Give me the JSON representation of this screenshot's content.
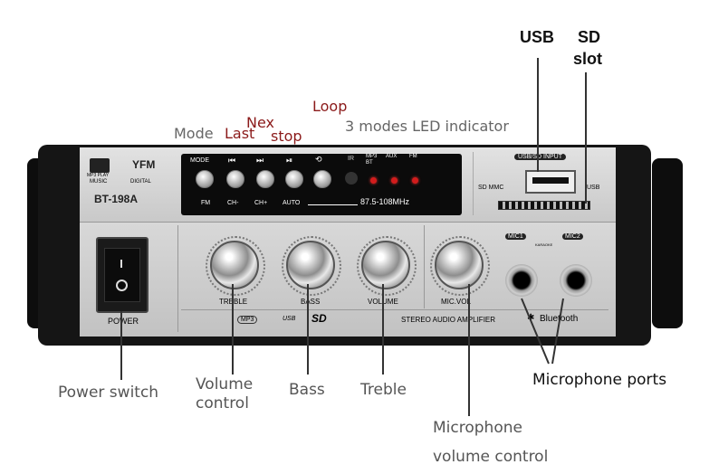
{
  "annotations": {
    "mode": "Mode",
    "last": "Last",
    "next": "Nex",
    "stop": "stop",
    "loop": "Loop",
    "led_indicator": "3 modes LED indicator",
    "usb": "USB",
    "sd": "SD",
    "slot": "slot",
    "power_switch": "Power switch",
    "volume_control_1": "Volume",
    "volume_control_2": "control",
    "bass": "Bass",
    "treble": "Treble",
    "mic_ports": "Microphone ports",
    "mic_volume_1": "Microphone",
    "mic_volume_2": "volume control"
  },
  "device": {
    "model": "BT-198A",
    "logo_text": "FM",
    "logo_left_caption": "MP3 PLAY",
    "music": "MUSIC",
    "digital": "DIGITAL",
    "button_labels_top": [
      "MODE",
      "⏮",
      "⏭",
      "⏯",
      "⟲"
    ],
    "button_labels_bottom": [
      "FM",
      "CH-",
      "CH+",
      "AUTO"
    ],
    "ir_label": "IR",
    "led_labels": [
      "MP3\nBT",
      "AUX",
      "FM"
    ],
    "frequency": "87.5-108MHz",
    "usb_sd_input": "USB/SD INPUT",
    "sd_mmc": "SD MMC",
    "usb_port_label": "USB",
    "power": "POWER",
    "knob_labels": [
      "TREBLE",
      "BASS",
      "VOLUME",
      "MIC.VOL"
    ],
    "mic_labels": [
      "MIC1",
      "MIC2"
    ],
    "karaoke": "KARAOKE",
    "stereo_label": "STEREO AUDIO AMPLIFIER",
    "bluetooth": "Bluetooth",
    "bottom_badges": [
      "MP3",
      "USB",
      "SD"
    ]
  },
  "colors": {
    "annotation_red": "#8b1a1a",
    "annotation_gray": "#666666",
    "led_red": "#d21c1c"
  }
}
